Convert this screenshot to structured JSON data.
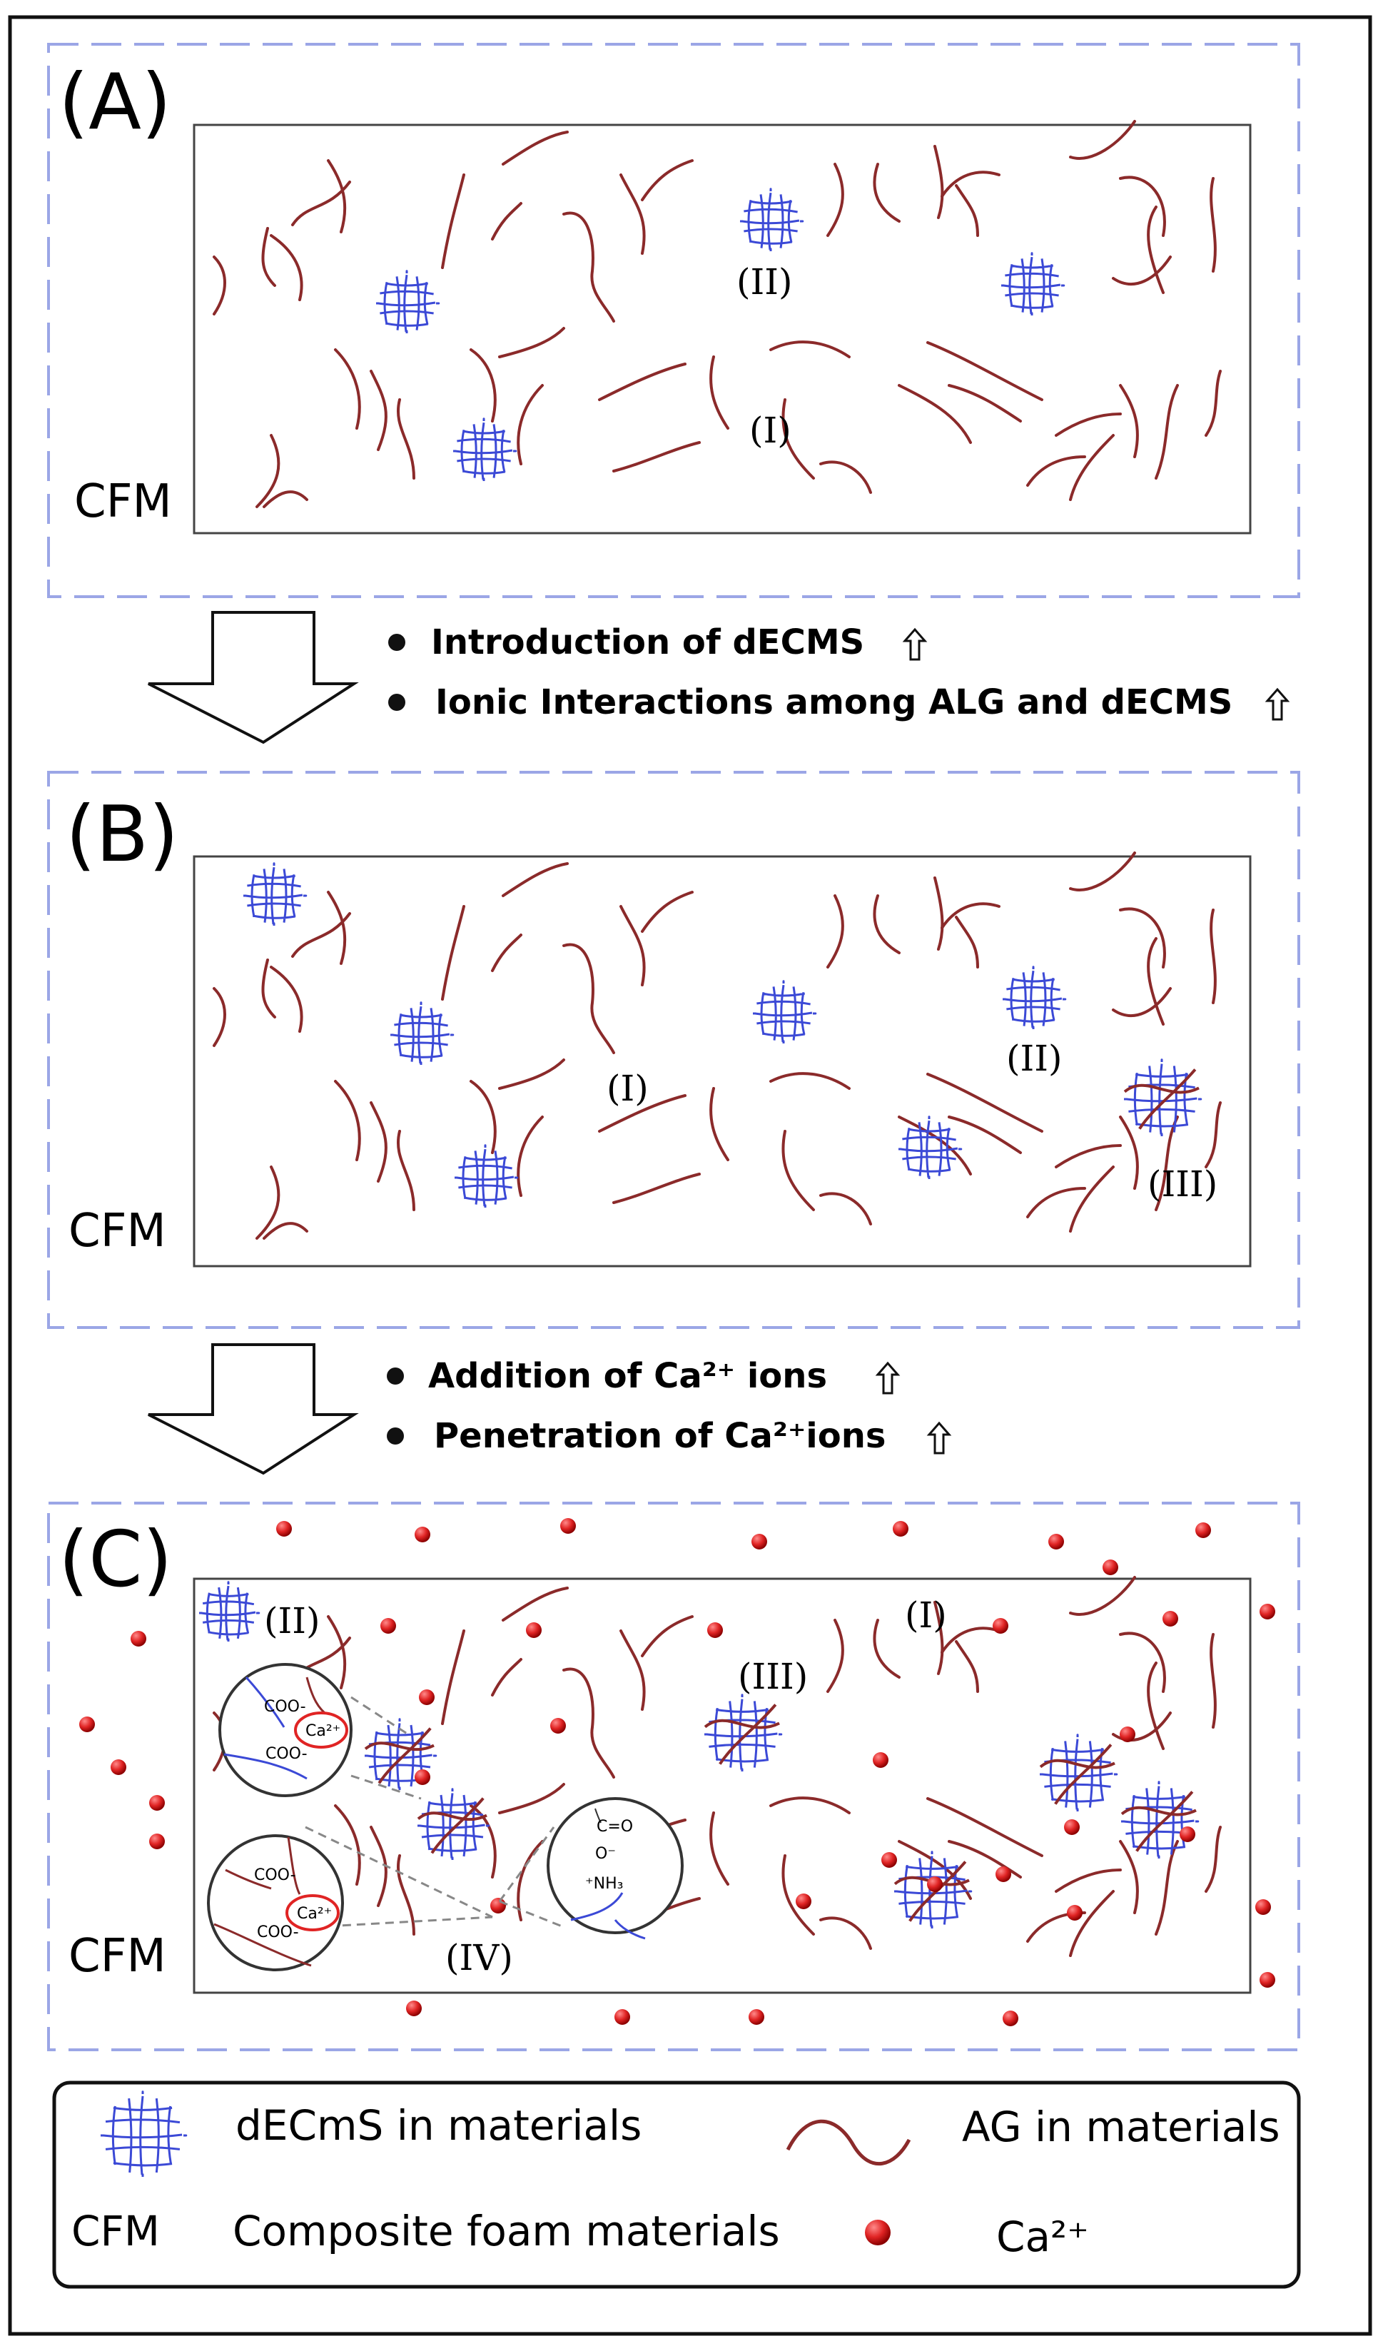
{
  "panels": [
    {
      "letter": "(A)",
      "abbrev": "CFM",
      "labels": [
        "(I)",
        "(II)"
      ]
    },
    {
      "letter": "(B)",
      "abbrev": "CFM",
      "labels": [
        "(I)",
        "(II)",
        "(III)"
      ]
    },
    {
      "letter": "(C)",
      "abbrev": "CFM",
      "labels": [
        "(I)",
        "(II)",
        "(III)",
        "(IV)"
      ]
    }
  ],
  "transitions": [
    {
      "bullets": [
        {
          "text": "Introduction of  dECMS",
          "trend": "up"
        },
        {
          "text": "Ionic Interactions among ALG and dECMS",
          "trend": "up"
        }
      ]
    },
    {
      "bullets": [
        {
          "text": "Addition of Ca²⁺ ions",
          "trend": "up"
        },
        {
          "text": "Penetration of Ca²⁺ions",
          "trend": "up"
        }
      ]
    }
  ],
  "insets": {
    "coo1": "COO-",
    "coo2": "COO-",
    "ca": "Ca²⁺",
    "co": "C=O",
    "o": "O⁻",
    "nh3": "⁺NH₃"
  },
  "legend": {
    "decms": "dECmS in materials",
    "ag": "AG in materials",
    "cfm_abbrev": "CFM",
    "cfm_text": "Composite foam materials",
    "ca_text": "Ca²⁺"
  },
  "colors": {
    "fiber": "#8b2a2a",
    "mesh": "#3b49d6",
    "dashed": "#9ba6e6",
    "ion": "#e02424"
  }
}
